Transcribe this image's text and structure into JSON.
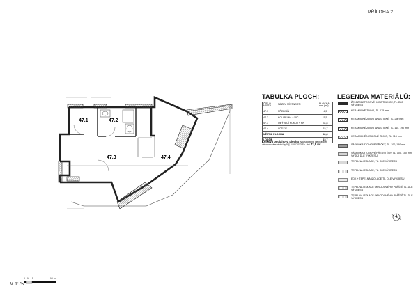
{
  "sheet": {
    "attachment_label": "PŘÍLOHA 2"
  },
  "plan": {
    "rooms": [
      {
        "id": "47.1",
        "label": "47.1"
      },
      {
        "id": "47.2",
        "label": "47.2"
      },
      {
        "id": "47.3",
        "label": "47.3"
      },
      {
        "id": "47.4",
        "label": "47.4"
      }
    ]
  },
  "area_table": {
    "title": "TABULKA PLOCH:",
    "headers": [
      "ČÍSLO MÍSTN.",
      "NÁZEV MÍSTNOSTI",
      "PLOCHA mm (m²)"
    ],
    "rows": [
      {
        "num": "47.1",
        "name": "PŘEDSÍŇ",
        "area": "4,5"
      },
      {
        "num": "47.2",
        "name": "KOUPELNA + WC",
        "area": "5,5"
      },
      {
        "num": "47.3",
        "name": "OBÝVACÍ POKOJ + KK",
        "area": "34,8"
      },
      {
        "num": "47.4",
        "name": "LODŽIE",
        "area": "15,7"
      }
    ],
    "total_label": "UŽITNÁ PLOCHA",
    "total_value": "42,8",
    "loggia_label": "LODŽIE",
    "loggia_value": "15,7",
    "note_lead": "Celková podlahová plocha",
    "note_body": "bytu spočtená dle pravidel zákona o vlastnictví bytů § 3 NV/2013 Sb. činí",
    "note_value": "42,8 m²"
  },
  "legend": {
    "title": "LEGENDA MATERIÁLŮ:",
    "items": [
      {
        "text": "ŽELEZOBETONOVÉ KONSTRUKCE, TL. DLE VÝKRESU",
        "swatch": "dark"
      },
      {
        "text": "KERAMICKÉ ZDIVO, TL. 175 mm",
        "swatch": "hatch"
      },
      {
        "text": "KERAMICKÉ ZDIVO AKUSTICKÉ, TL. 250 mm",
        "swatch": "hatch"
      },
      {
        "text": "KERAMICKÉ ZDIVO AKUSTICKÉ, TL. 115, 190 mm",
        "swatch": "hatch"
      },
      {
        "text": "KERAMICKÉ NENOSNÉ ZDIVO, TL. 115 mm",
        "swatch": "hatch-light"
      },
      {
        "text": "SÁDROKARTONOVÉ PŘÍČKY, TL. 100, 150 mm",
        "swatch": "grey"
      },
      {
        "text": "SÁDROKARTONOVÉ PŘEDSTĚNY, TL. 100, 150 mm, VÝŠKA DLE VÝKRESU",
        "swatch": "grey-light"
      },
      {
        "text": "TEPELNÁ IZOLACE, TL. DLE VÝKRESU",
        "swatch": "dots"
      },
      {
        "text": "TEPELNÁ IZOLACE, TL. DLE VÝKRESU",
        "swatch": "wave"
      },
      {
        "text": "EDK + TEPELNÁ IZOLACE TL. DLE VÝKRESU",
        "swatch": "light"
      },
      {
        "text": "TEPELNÁ IZOLACE OBVODOVÉHO PLÁŠTĚ TL. DLE VÝKRESU",
        "swatch": "wave"
      },
      {
        "text": "TEPELNÁ IZOLACE OBVODOVÉHO PLÁŠTĚ TL. DLE VÝKRESU",
        "swatch": "wave"
      }
    ]
  },
  "scale": {
    "label": "M 1:75",
    "ticks": [
      "0",
      "1",
      "5",
      "10 m"
    ]
  },
  "colors": {
    "line": "#222222",
    "wall": "#3a3a3a",
    "hatch": "#888888"
  }
}
